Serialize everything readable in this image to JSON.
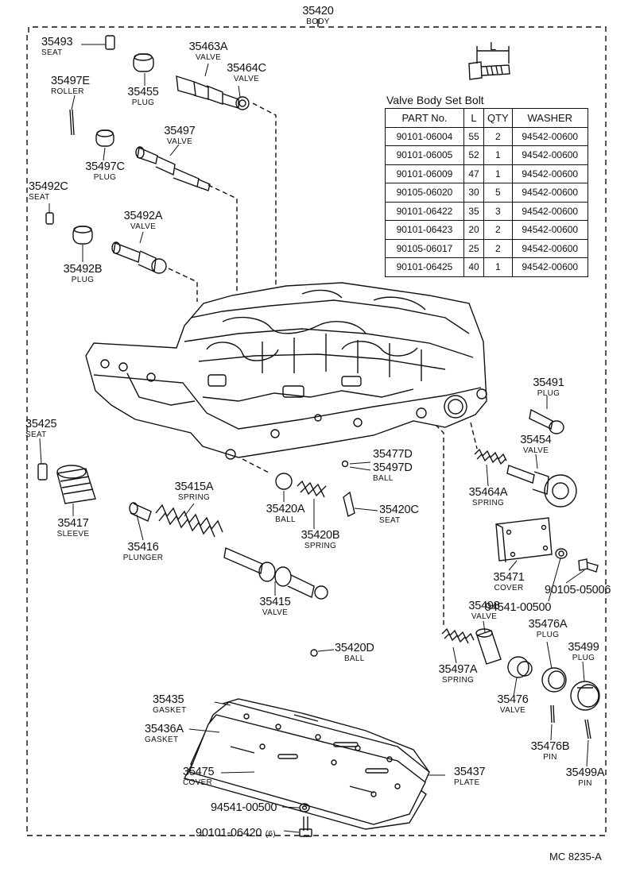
{
  "top_label": {
    "number": "35420",
    "name": "BODY"
  },
  "parts": [
    {
      "id": "p35493",
      "number": "35493",
      "name": "SEAT"
    },
    {
      "id": "p35463a",
      "number": "35463A",
      "name": "VALVE"
    },
    {
      "id": "p35464c",
      "number": "35464C",
      "name": "VALVE"
    },
    {
      "id": "p35497e",
      "number": "35497E",
      "name": "ROLLER"
    },
    {
      "id": "p35455",
      "number": "35455",
      "name": "PLUG"
    },
    {
      "id": "p35497",
      "number": "35497",
      "name": "VALVE"
    },
    {
      "id": "p35497c",
      "number": "35497C",
      "name": "PLUG"
    },
    {
      "id": "p35492c",
      "number": "35492C",
      "name": "SEAT"
    },
    {
      "id": "p35492a",
      "number": "35492A",
      "name": "VALVE"
    },
    {
      "id": "p35492b",
      "number": "35492B",
      "name": "PLUG"
    },
    {
      "id": "p35491",
      "number": "35491",
      "name": "PLUG"
    },
    {
      "id": "p35454",
      "number": "35454",
      "name": "VALVE"
    },
    {
      "id": "p35425",
      "number": "35425",
      "name": "SEAT"
    },
    {
      "id": "p35477d",
      "number": "35477D",
      "name": ""
    },
    {
      "id": "p35497d",
      "number": "35497D",
      "name": "BALL"
    },
    {
      "id": "p35415a",
      "number": "35415A",
      "name": "SPRING"
    },
    {
      "id": "p35464a",
      "number": "35464A",
      "name": "SPRING"
    },
    {
      "id": "p35420a",
      "number": "35420A",
      "name": "BALL"
    },
    {
      "id": "p35420c",
      "number": "35420C",
      "name": "SEAT"
    },
    {
      "id": "p35417",
      "number": "35417",
      "name": "SLEEVE"
    },
    {
      "id": "p35420b",
      "number": "35420B",
      "name": "SPRING"
    },
    {
      "id": "p35416",
      "number": "35416",
      "name": "PLUNGER"
    },
    {
      "id": "p35471",
      "number": "35471",
      "name": "COVER"
    },
    {
      "id": "p90105_05006",
      "number": "90105-05006",
      "name": ""
    },
    {
      "id": "p94541_00500a",
      "number": "94541-00500",
      "name": ""
    },
    {
      "id": "p35415",
      "number": "35415",
      "name": "VALVE"
    },
    {
      "id": "p35498",
      "number": "35498",
      "name": "VALVE"
    },
    {
      "id": "p35476a",
      "number": "35476A",
      "name": "PLUG"
    },
    {
      "id": "p35499",
      "number": "35499",
      "name": "PLUG"
    },
    {
      "id": "p35420d",
      "number": "35420D",
      "name": "BALL"
    },
    {
      "id": "p35497a",
      "number": "35497A",
      "name": "SPRING"
    },
    {
      "id": "p35476",
      "number": "35476",
      "name": "VALVE"
    },
    {
      "id": "p35435",
      "number": "35435",
      "name": "GASKET"
    },
    {
      "id": "p35436a",
      "number": "35436A",
      "name": "GASKET"
    },
    {
      "id": "p35476b",
      "number": "35476B",
      "name": "PIN"
    },
    {
      "id": "p35475",
      "number": "35475",
      "name": "COVER"
    },
    {
      "id": "p35437",
      "number": "35437",
      "name": "PLATE"
    },
    {
      "id": "p35499a",
      "number": "35499A",
      "name": "PIN"
    },
    {
      "id": "p94541_00500b",
      "number": "94541-00500",
      "name": ""
    },
    {
      "id": "p90101_06420",
      "number": "90101-06420",
      "name": "(6)"
    }
  ],
  "bolt_table": {
    "title": "Valve Body Set Bolt",
    "dimension_label": "L",
    "headers": [
      "PART No.",
      "L",
      "QTY",
      "WASHER"
    ],
    "rows": [
      [
        "90101-06004",
        "55",
        "2",
        "94542-00600"
      ],
      [
        "90101-06005",
        "52",
        "1",
        "94542-00600"
      ],
      [
        "90101-06009",
        "47",
        "1",
        "94542-00600"
      ],
      [
        "90105-06020",
        "30",
        "5",
        "94542-00600"
      ],
      [
        "90101-06422",
        "35",
        "3",
        "94542-00600"
      ],
      [
        "90101-06423",
        "20",
        "2",
        "94542-00600"
      ],
      [
        "90105-06017",
        "25",
        "2",
        "94542-00600"
      ],
      [
        "90101-06425",
        "40",
        "1",
        "94542-00600"
      ]
    ]
  },
  "footer": "MC 8235-A"
}
